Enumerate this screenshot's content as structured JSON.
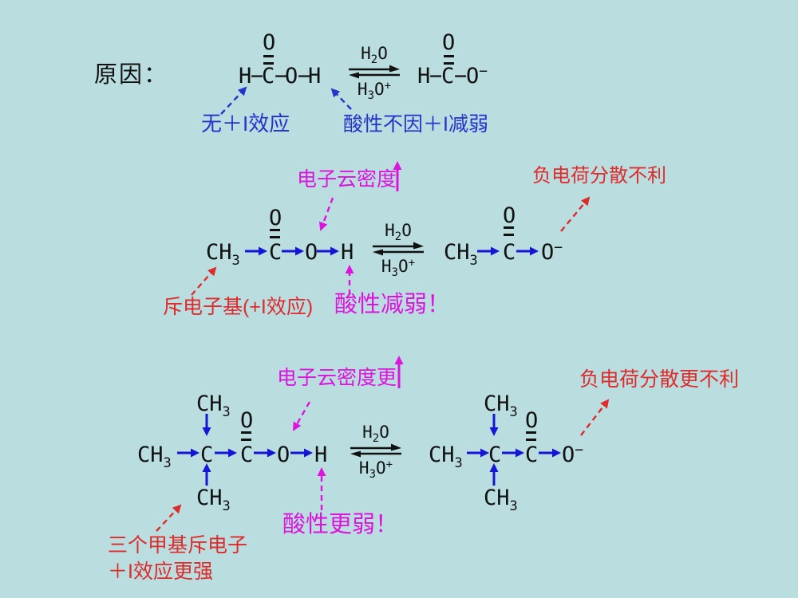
{
  "slide": {
    "background": "#badde0"
  },
  "colors": {
    "structure_black": "#111111",
    "bond_arrow_blue": "#1515d6",
    "annotation_blue": "#2433cb",
    "annotation_magenta": "#dd14dd",
    "annotation_red": "#de2b2b"
  },
  "tokens": {
    "H": "H",
    "C": "C",
    "O": "O",
    "CH": "CH",
    "sub2": "2",
    "sub3": "3",
    "bond_dash": "−",
    "charge_minus": "−",
    "charge_plus": "+"
  },
  "labels": {
    "reason": "原因：",
    "no_plus_i_effect": "无＋I效应",
    "acidity_not_weakened": "酸性不因＋I减弱",
    "electron_density_up": "电子云密度",
    "negative_charge_dispersal_unfavorable": "负电荷分散不利",
    "electron_repelling_group": "斥电子基(+I效应)",
    "acidity_weakened": "酸性减弱！",
    "electron_density_up_more": "电子云密度更",
    "negative_charge_dispersal_more_unfavorable": "负电荷分散更不利",
    "three_methyls_repel_line1": "三个甲基斥电子",
    "three_methyls_repel_line2": "＋I效应更强",
    "acidity_weaker": "酸性更弱！"
  }
}
